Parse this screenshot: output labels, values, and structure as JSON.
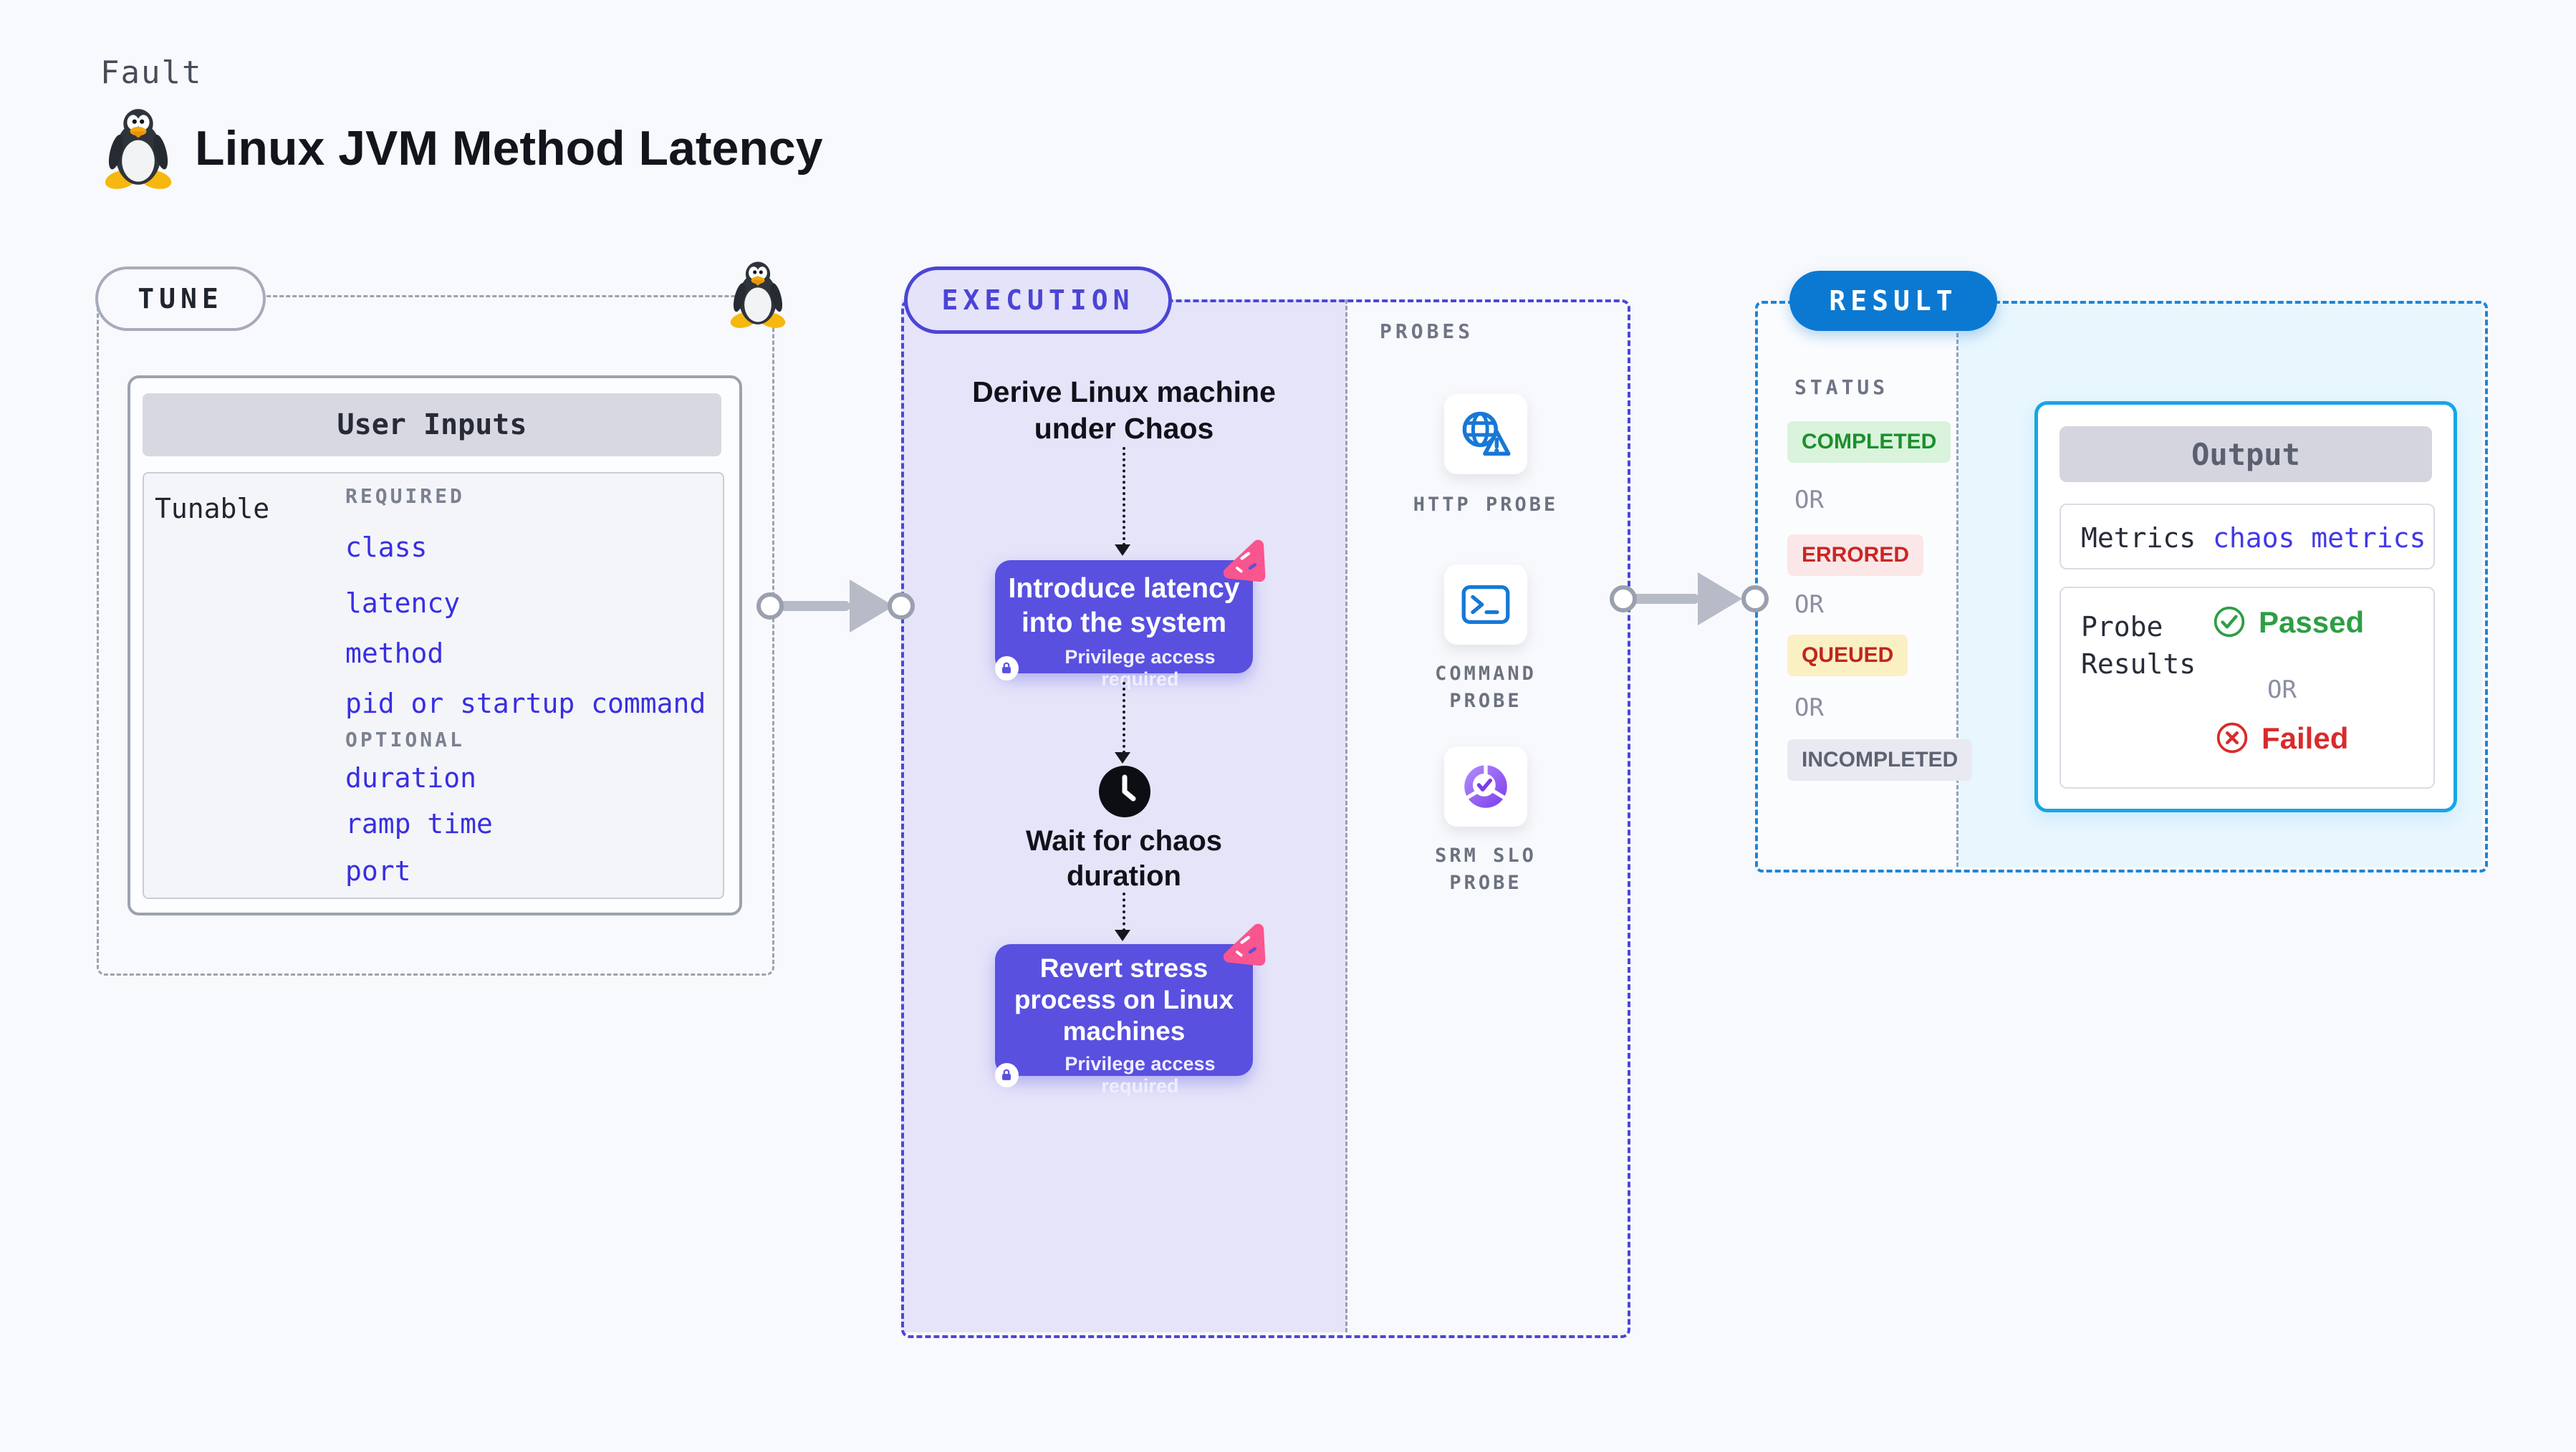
{
  "page": {
    "kicker": "Fault",
    "title": "Linux JVM Method Latency",
    "background": "#F8F9FC"
  },
  "tune": {
    "pill_label": "TUNE",
    "card_header": "User Inputs",
    "row_label": "Tunable",
    "required_label": "REQUIRED",
    "required_items": [
      "class",
      "latency",
      "method",
      "pid or startup command"
    ],
    "optional_label": "OPTIONAL",
    "optional_items": [
      "duration",
      "ramp time",
      "port"
    ],
    "link_color": "#382FE2"
  },
  "execution": {
    "pill_label": "EXECUTION",
    "derive_text": "Derive Linux machine under Chaos",
    "introduce_text": "Introduce latency into the system",
    "wait_text": "Wait for chaos duration",
    "revert_text": "Revert stress process on Linux machines",
    "privilege_text": "Privilege access required",
    "panel_color": "#E5E4F9",
    "accent_color": "#4B46D8",
    "action_box_color": "#5950E0",
    "chaos_badge_color": "#F9558E"
  },
  "probes": {
    "title": "PROBES",
    "items": [
      {
        "line1": "HTTP PROBE",
        "line2": "",
        "icon": "globe-warning-icon"
      },
      {
        "line1": "COMMAND",
        "line2": "PROBE",
        "icon": "terminal-icon"
      },
      {
        "line1": "SRM SLO",
        "line2": "PROBE",
        "icon": "slo-donut-icon"
      }
    ],
    "icon_blue": "#1778D6",
    "icon_purple": "#7C3BED"
  },
  "result": {
    "pill_label": "RESULT",
    "pill_color": "#0B79D2",
    "status_label": "STATUS",
    "or_label": "OR",
    "badges": [
      {
        "label": "COMPLETED",
        "bg": "#D9F3DC",
        "fg": "#1D8F2C"
      },
      {
        "label": "ERRORED",
        "bg": "#FBE7E7",
        "fg": "#C92626"
      },
      {
        "label": "QUEUED",
        "bg": "#FBF0C4",
        "fg": "#C0261C"
      },
      {
        "label": "INCOMPLETED",
        "bg": "#E9E9F2",
        "fg": "#5D6371"
      }
    ],
    "output": {
      "header": "Output",
      "metrics_label": "Metrics",
      "metrics_value": "chaos metrics",
      "metrics_value_color": "#4238E8",
      "probe_label": "Probe Results",
      "passed_label": "Passed",
      "passed_color": "#2E9E44",
      "or_label": "OR",
      "failed_label": "Failed",
      "failed_color": "#D92B2B"
    }
  }
}
